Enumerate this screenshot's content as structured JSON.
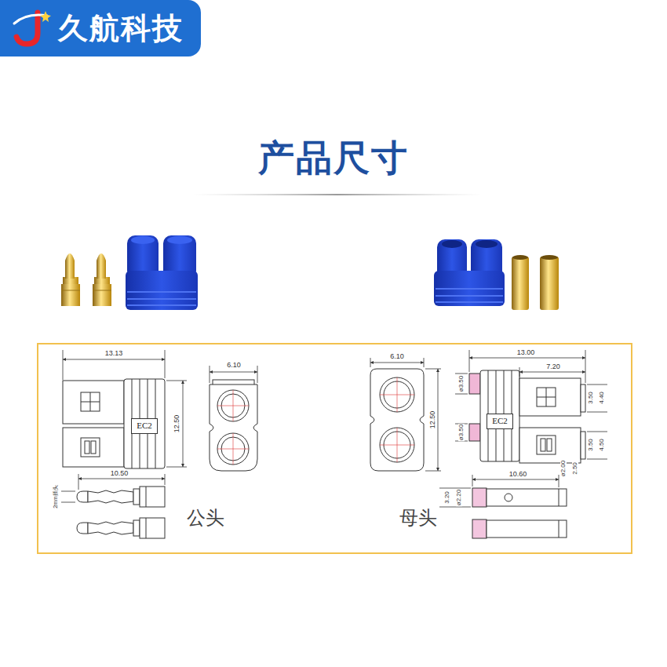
{
  "diagram": {
    "title": "产品尺寸",
    "nodes": [
      {
        "text": [
          "久航科技"
        ]
      },
      {
        "text": [
          "EC2"
        ]
      },
      {
        "text": [
          "EC2"
        ]
      }
    ],
    "labels": [
      "13.13",
      "6.10",
      "12.50",
      "10.50",
      "2mm插头",
      "公头",
      "6.10",
      "13.00",
      "7.20",
      "ø3.50",
      "12.50",
      "3.50",
      "4.40",
      "ø3.50",
      "3.50",
      "4.50",
      "10.60",
      "ø2.00",
      "2.50",
      "3.20",
      "ø2.20",
      "母头"
    ]
  }
}
